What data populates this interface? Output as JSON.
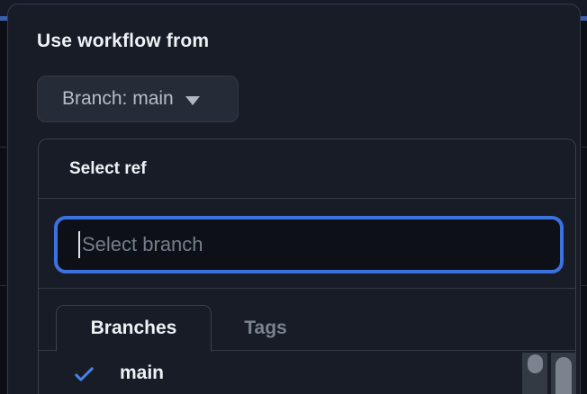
{
  "colors": {
    "page_background": "#0c1016",
    "popover_background": "#171c26",
    "focus_ring_blue": "#3b72e0",
    "check_blue": "#4783e8",
    "behind_accent_blue": "#3b5fb0",
    "border": "#3a414c"
  },
  "dialog": {
    "title": "Use workflow from",
    "branch_selector": {
      "label": "Branch: main",
      "icon": "chevron-down-icon"
    }
  },
  "ref_selector": {
    "header": "Select ref",
    "filter": {
      "value": "",
      "placeholder": "Select branch"
    },
    "tabs": [
      {
        "label": "Branches",
        "active": true
      },
      {
        "label": "Tags",
        "active": false
      }
    ],
    "branches": [
      {
        "name": "main",
        "selected": true,
        "icon": "check-icon"
      }
    ]
  }
}
